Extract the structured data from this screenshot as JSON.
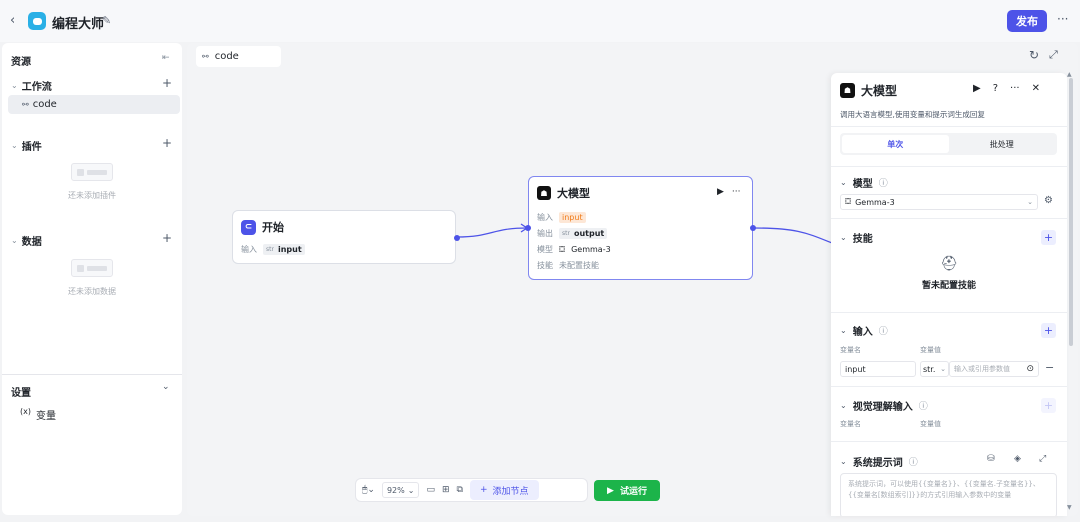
{
  "app": {
    "back_icon": "chevron-left-icon",
    "title": "编程大师",
    "publish_label": "发布",
    "more_label": "···"
  },
  "left_panel": {
    "title": "资源",
    "sections": [
      {
        "label": "工作流",
        "items": [
          "code"
        ]
      },
      {
        "label": "插件",
        "empty_text": "还未添加插件"
      },
      {
        "label": "数据",
        "empty_text": "还未添加数据"
      }
    ],
    "settings_label": "设置",
    "variables_icon": "(x)",
    "variables_label": "变量"
  },
  "canvas": {
    "tab_label": "code",
    "nodes": {
      "start": {
        "title": "开始",
        "input_label": "输入",
        "input_type": "str",
        "input_value": "input"
      },
      "llm": {
        "title": "大模型",
        "input_label": "输入",
        "input_value": "input",
        "output_label": "输出",
        "output_type": "str",
        "output_value": "output",
        "model_label": "模型",
        "model_value": "Gemma-3",
        "skill_label": "技能",
        "skill_value": "未配置技能"
      }
    },
    "toolbar": {
      "zoom": "92%",
      "add_node_label": "添加节点",
      "run_label": "试运行"
    }
  },
  "right_panel": {
    "title": "大模型",
    "description": "调用大语言模型,使用变量和提示词生成回复",
    "tabs": [
      "单次",
      "批处理"
    ],
    "active_tab": 0,
    "model_section": "模型",
    "model_value": "Gemma-3",
    "skill_section": "技能",
    "skill_empty": "暂未配置技能",
    "input_section": "输入",
    "var_name_label": "变量名",
    "var_value_label": "变量值",
    "input_var_name": "input",
    "input_var_type": "str.",
    "input_var_placeholder": "输入或引用参数值",
    "vision_section": "视觉理解输入",
    "vision_var_name_label": "变量名",
    "vision_var_value_label": "变量值",
    "system_prompt_section": "系统提示词",
    "system_prompt_placeholder": "系统提示词，可以使用{{变量名}}、{{变量名.子变量名}}、{{变量名[数组索引]}}的方式引用输入参数中的变量"
  },
  "colors": {
    "accent": "#4d53e8",
    "run_green": "#1cb44a",
    "llm_border": "#8087f0"
  }
}
